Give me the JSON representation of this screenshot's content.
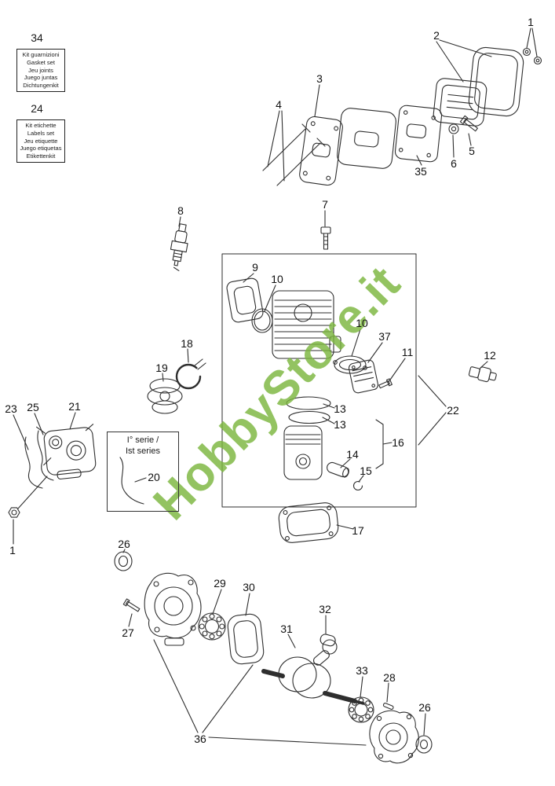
{
  "watermark": "HobbyStore.it",
  "kits": {
    "gasket": {
      "number": "34",
      "lines": [
        "Kit guarnizioni",
        "Gasket set",
        "Jeu joints",
        "Juego juntas",
        "Dichtungenkit"
      ]
    },
    "labels": {
      "number": "24",
      "lines": [
        "Kit etichette",
        "Labels set",
        "Jeu etiquette",
        "Juego etiquetas",
        "Etikettenkit"
      ]
    }
  },
  "series_box": {
    "line1": "I° serie /",
    "line2": "Ist series"
  },
  "part_labels": [
    {
      "id": "1-top",
      "text": "1"
    },
    {
      "id": "2",
      "text": "2"
    },
    {
      "id": "3",
      "text": "3"
    },
    {
      "id": "4",
      "text": "4"
    },
    {
      "id": "35",
      "text": "35"
    },
    {
      "id": "6",
      "text": "6"
    },
    {
      "id": "5",
      "text": "5"
    },
    {
      "id": "8",
      "text": "8"
    },
    {
      "id": "7",
      "text": "7"
    },
    {
      "id": "9",
      "text": "9"
    },
    {
      "id": "10-upper",
      "text": "10"
    },
    {
      "id": "10-lower",
      "text": "10"
    },
    {
      "id": "37",
      "text": "37"
    },
    {
      "id": "11",
      "text": "11"
    },
    {
      "id": "12",
      "text": "12"
    },
    {
      "id": "22",
      "text": "22"
    },
    {
      "id": "13-upper",
      "text": "13"
    },
    {
      "id": "13-lower",
      "text": "13"
    },
    {
      "id": "14",
      "text": "14"
    },
    {
      "id": "15",
      "text": "15"
    },
    {
      "id": "16",
      "text": "16"
    },
    {
      "id": "18",
      "text": "18"
    },
    {
      "id": "19",
      "text": "19"
    },
    {
      "id": "17",
      "text": "17"
    },
    {
      "id": "23",
      "text": "23"
    },
    {
      "id": "25",
      "text": "25"
    },
    {
      "id": "21",
      "text": "21"
    },
    {
      "id": "20",
      "text": "20"
    },
    {
      "id": "1-bottom",
      "text": "1"
    },
    {
      "id": "26-upper",
      "text": "26"
    },
    {
      "id": "27",
      "text": "27"
    },
    {
      "id": "29",
      "text": "29"
    },
    {
      "id": "30",
      "text": "30"
    },
    {
      "id": "31",
      "text": "31"
    },
    {
      "id": "32",
      "text": "32"
    },
    {
      "id": "33",
      "text": "33"
    },
    {
      "id": "28",
      "text": "28"
    },
    {
      "id": "26-lower",
      "text": "26"
    },
    {
      "id": "36",
      "text": "36"
    }
  ]
}
